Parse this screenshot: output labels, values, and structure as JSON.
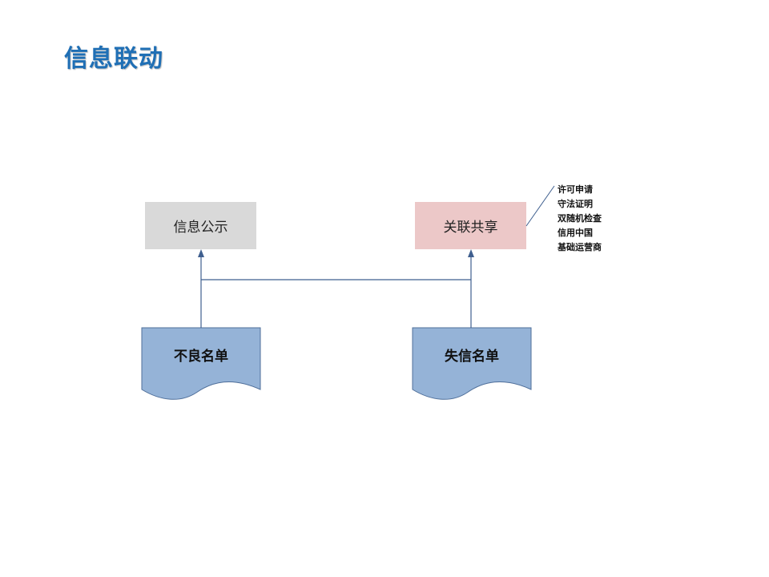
{
  "title": "信息联动",
  "diagram": {
    "boxes": {
      "publicity": "信息公示",
      "sharing": "关联共享"
    },
    "documents": {
      "bad_list": "不良名单",
      "dishonest_list": "失信名单"
    },
    "annotation_items": [
      "许可申请",
      "守法证明",
      "双随机检查",
      "信用中国",
      "基础运营商"
    ]
  },
  "colors": {
    "title": "#1f6fb5",
    "publicity_box": "#d9d9d9",
    "sharing_box": "#ecc8c8",
    "document_fill": "#95b3d7",
    "document_stroke": "#4f6f9a",
    "connector": "#3f5f8f"
  }
}
